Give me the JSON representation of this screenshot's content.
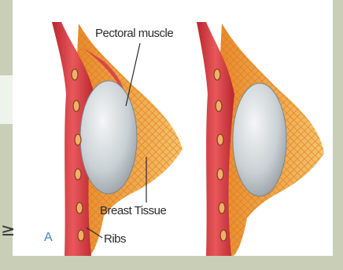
{
  "labels": {
    "pectoral": "Pectoral muscle",
    "breast_tissue": "Breast Tissue",
    "ribs": "Ribs",
    "panel": "A"
  },
  "colors": {
    "frame": "#c9cfb7",
    "muscle": "#d8464a",
    "fat": "#f2a93a",
    "implant": "#b9c2c8",
    "panel_label": "#3a82c4"
  }
}
